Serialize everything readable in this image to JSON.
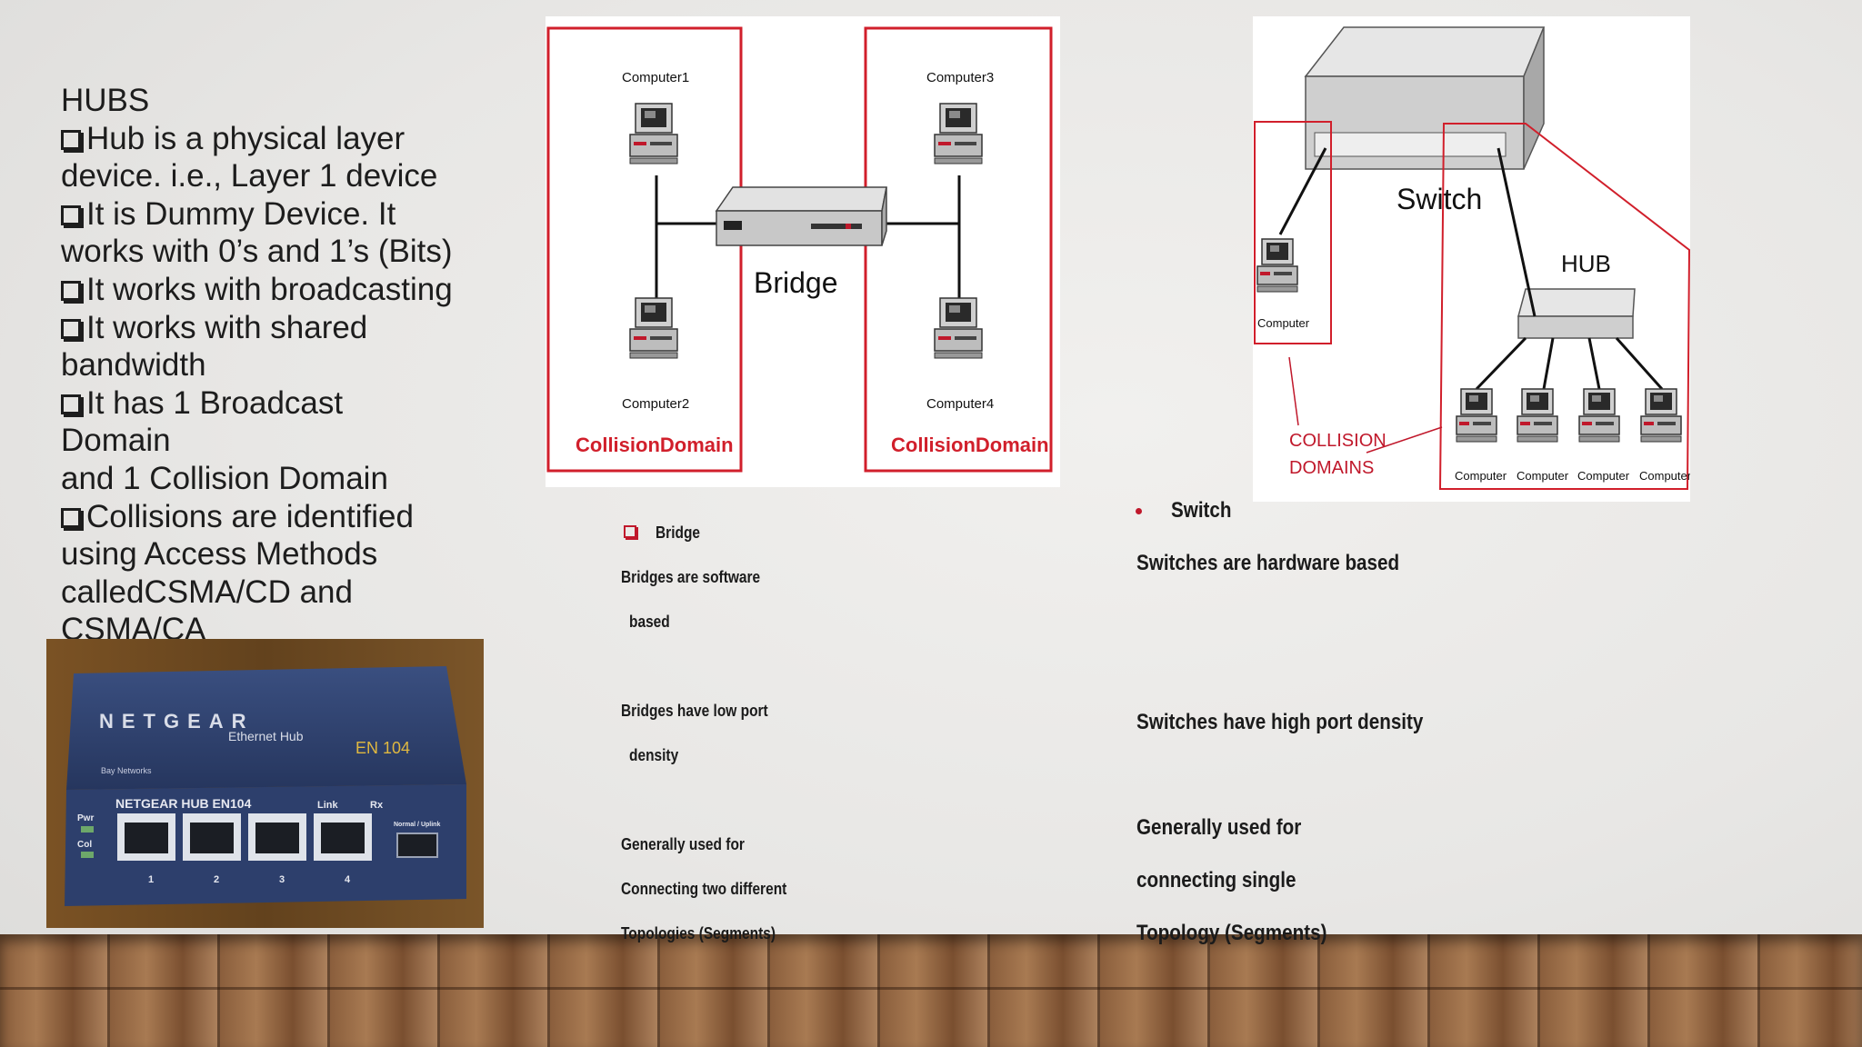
{
  "hubs": {
    "title": "HUBS",
    "lines": [
      "Hub is a physical layer",
      "device. i.e., Layer 1 device",
      "It is Dummy Device. It",
      "works with 0’s and 1’s (Bits)",
      "It works with broadcasting",
      "It works with shared",
      "bandwidth",
      "It has 1 Broadcast Domain",
      "and 1 Collision Domain",
      "Collisions are identified",
      "using Access Methods",
      "calledCSMA/CD and",
      "CSMA/CA"
    ]
  },
  "photo": {
    "brand": "NETGEAR",
    "subtitle": "Ethernet Hub",
    "model": "EN 104",
    "panel_label": "NETGEAR HUB EN104",
    "port_numbers": [
      "1",
      "2",
      "3",
      "4"
    ],
    "leds": [
      "Pwr",
      "Col"
    ],
    "link_label": "Link",
    "rx_label": "Rx",
    "uplink_label": "Normal / Uplink",
    "maker": "Bay Networks"
  },
  "bridge_diagram": {
    "computers": [
      "Computer1",
      "Computer2",
      "Computer3",
      "Computer4"
    ],
    "device_label": "Bridge",
    "domain_left": "CollisionDomain",
    "domain_right": "CollisionDomain"
  },
  "switch_diagram": {
    "switch_label": "Switch",
    "hub_label": "HUB",
    "computer_label": "Computer",
    "collision_line1": "COLLISION",
    "collision_line2": "DOMAINS"
  },
  "bridge_col": {
    "heading": "Bridge",
    "p1a": "Bridges are software",
    "p1b": "based",
    "p2a": "Bridges have low port",
    "p2b": "density",
    "p3a": "Generally used for",
    "p3b": "Connecting two different",
    "p3c": "Topologies (Segments)"
  },
  "switch_col": {
    "heading": "Switch",
    "p1": "Switches are hardware based",
    "p2": "Switches have high port density",
    "p3a": "Generally used for",
    "p3b": "connecting single",
    "p3c": "Topology (Segments)"
  },
  "colors": {
    "accent_red": "#c0182b",
    "diagram_red": "#d11f2b",
    "text": "#1d1d1d"
  }
}
